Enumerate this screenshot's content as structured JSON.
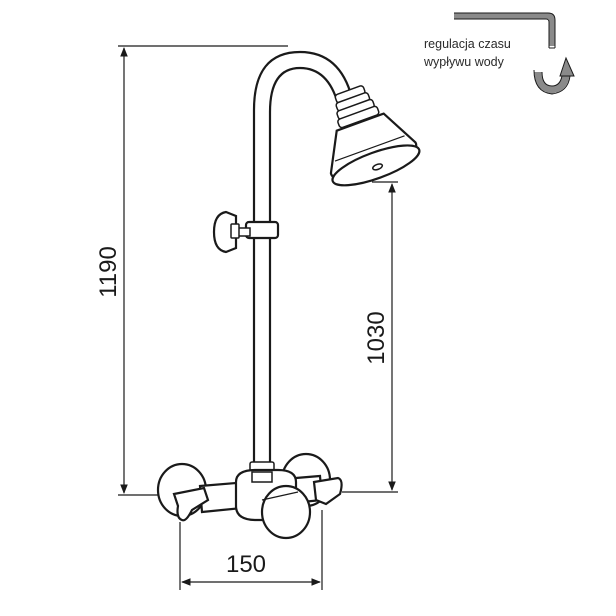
{
  "dimensions": {
    "total_height": "1190",
    "outlet_height": "1030",
    "spacing": "150"
  },
  "note": {
    "line1": "regulacja czasu",
    "line2": "wypływu wody"
  },
  "colors": {
    "stroke": "#1a1a1a",
    "gray_bar": "#8a8a8a",
    "background": "#ffffff"
  }
}
